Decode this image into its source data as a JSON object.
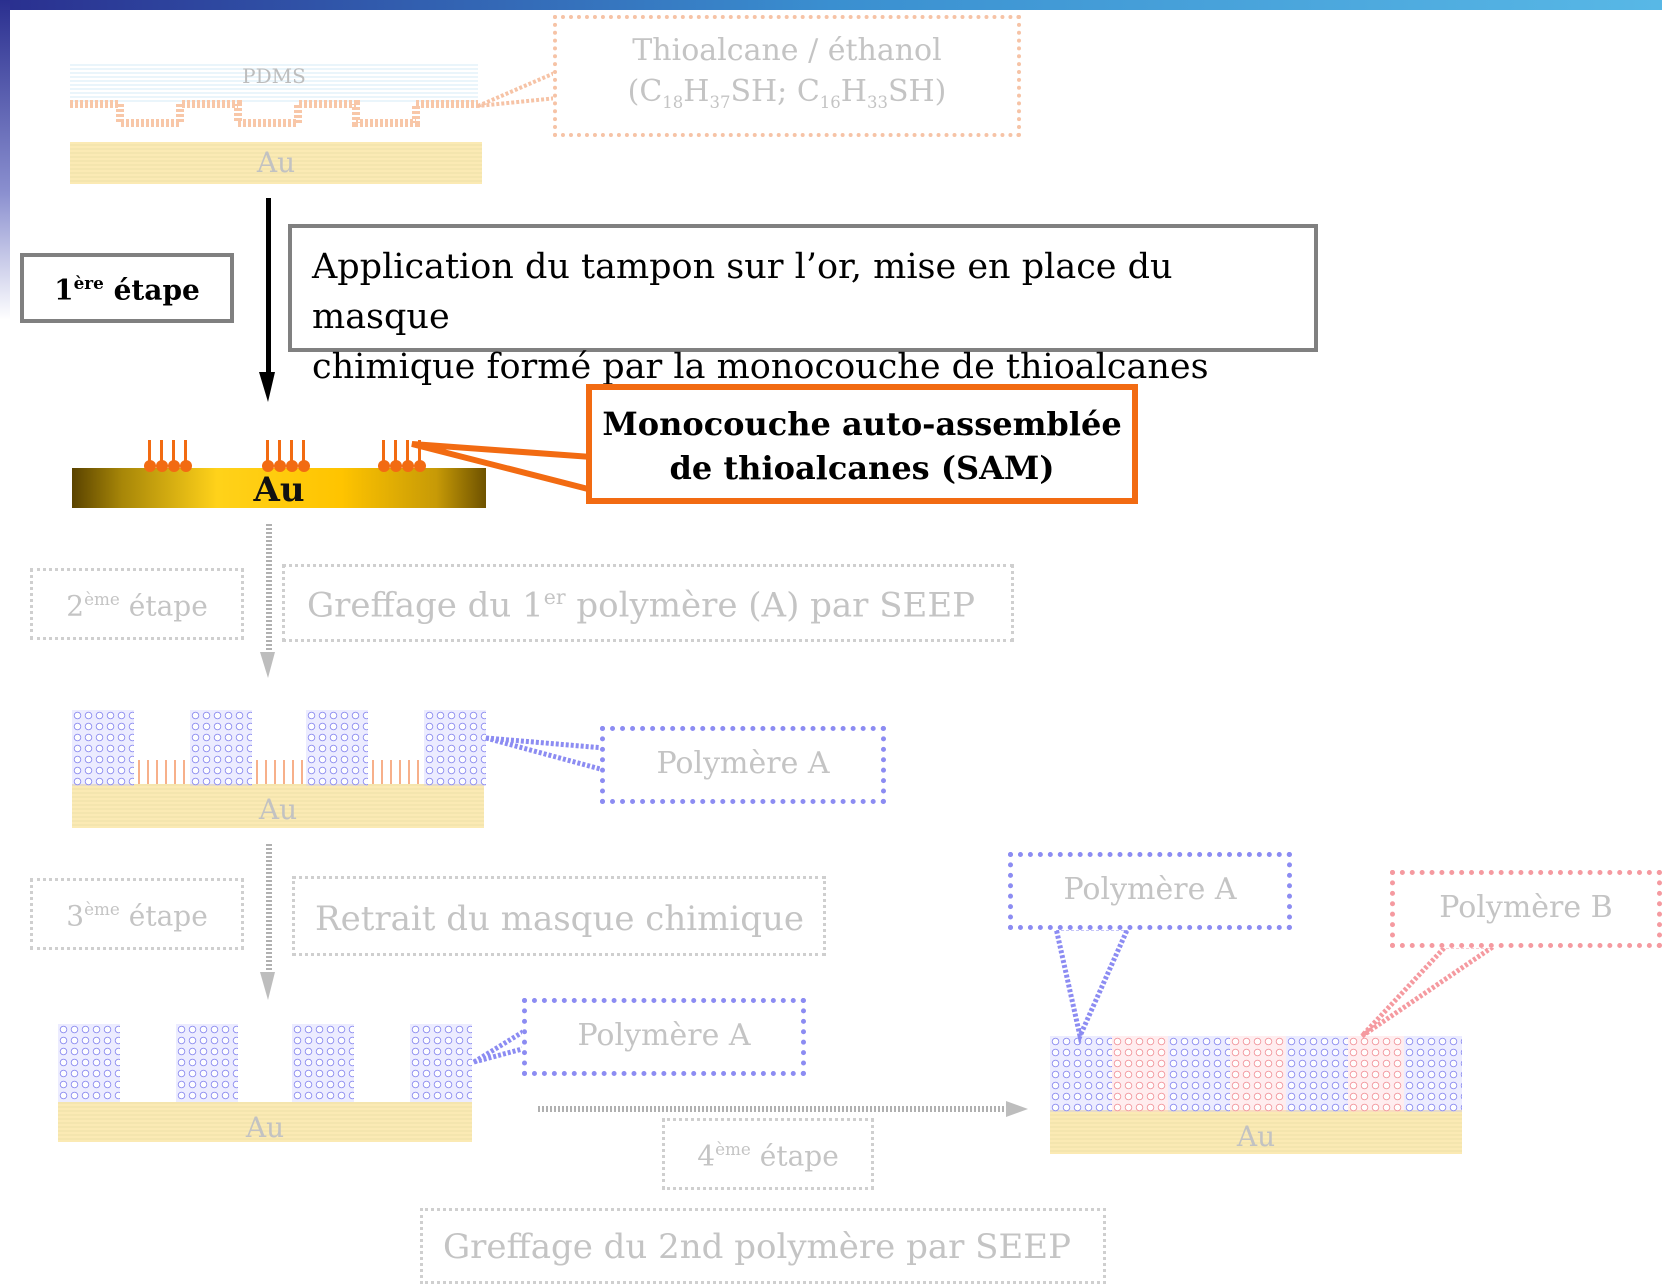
{
  "colors": {
    "gold": "#ffc400",
    "orange": "#f26b12",
    "gray": "#808080",
    "blue": "#8c8cf2",
    "red": "#f59aa0"
  },
  "top": {
    "pdms_label": "PDMS",
    "au_label": "Au",
    "solution_line1": "Thioalcane / éthanol",
    "solution_line2_parts": [
      "(C",
      "18",
      "H",
      "37",
      "SH; C",
      "16",
      "H",
      "33",
      "SH)"
    ]
  },
  "step1": {
    "num": "1",
    "sup": "ère",
    "word": "étape",
    "description_line1": "Application du tampon sur l’or, mise en place du masque",
    "description_line2": "chimique formé par la monocouche de thioalcanes",
    "au_label": "Au",
    "sam_line1": "Monocouche auto-assemblée",
    "sam_line2": "de thioalcanes (SAM)"
  },
  "step2": {
    "num": "2",
    "sup": "ème",
    "word": "étape",
    "description_pre": "Greffage du 1",
    "description_sup": "er",
    "description_post": " polymère (A) par SEEP",
    "au_label": "Au",
    "polymer_label": "Polymère A"
  },
  "step3": {
    "num": "3",
    "sup": "ème",
    "word": "étape",
    "description": "Retrait du masque chimique",
    "au_label": "Au",
    "polymer_label": "Polymère A"
  },
  "step4": {
    "num": "4",
    "sup": "ème",
    "word": "étape",
    "description": "Greffage du 2nd polymère par SEEP",
    "au_label": "Au",
    "polymer_a_label": "Polymère A",
    "polymer_b_label": "Polymère B"
  }
}
